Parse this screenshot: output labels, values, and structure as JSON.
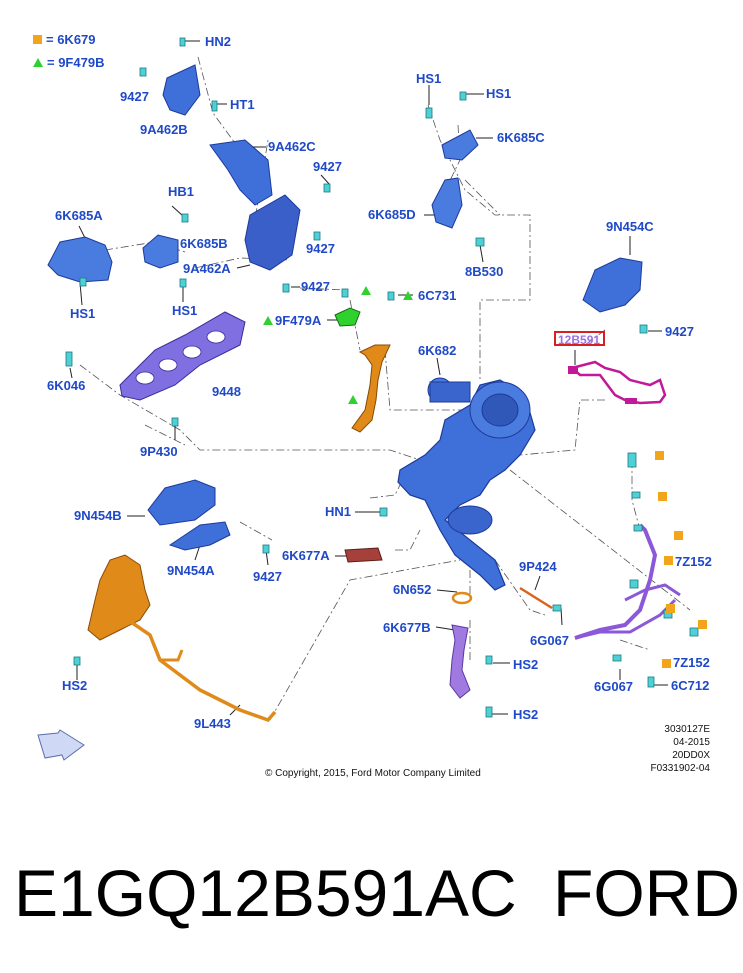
{
  "legend": {
    "square_label": "= 6K679",
    "triangle_label": "= 9F479B"
  },
  "labels": {
    "hn2_top": "HN2",
    "ht1": "HT1",
    "l9427_a": "9427",
    "l9a462b": "9A462B",
    "l9a462c": "9A462C",
    "l9427_b": "9427",
    "hb1": "HB1",
    "l6k685a": "6K685A",
    "l6k685b": "6K685B",
    "l9427_c": "9427",
    "l9a462a": "9A462A",
    "hs1_left": "HS1",
    "hs1_mid": "HS1",
    "l9427_d": "9427",
    "hs1_top": "HS1",
    "hs1_top_r": "HS1",
    "l6k685c": "6K685C",
    "l6k685d": "6K685D",
    "l8b530": "8B530",
    "l9n454c": "9N454C",
    "l9427_e": "9427",
    "l6c731": "6C731",
    "l9f479a": "9F479A",
    "l6k682": "6K682",
    "l6k046": "6K046",
    "l9448": "9448",
    "l9p430": "9P430",
    "l9n454b": "9N454B",
    "hn1": "HN1",
    "l9n454a": "9N454A",
    "l9427_f": "9427",
    "l6k677a": "6K677A",
    "l9p424": "9P424",
    "l6n652": "6N652",
    "l7z152_a": "7Z152",
    "l6k677b": "6K677B",
    "l6g067_a": "6G067",
    "hs2_mid": "HS2",
    "l7z152_b": "7Z152",
    "hs2_left": "HS2",
    "l6g067_b": "6G067",
    "l6c712": "6C712",
    "hs2_bot": "HS2",
    "l9l443": "9L443"
  },
  "highlighted_part": "12B591",
  "meta": {
    "line1": "3030127E",
    "line2": "04-2015",
    "line3": "20DD0X",
    "line4": "F0331902-04"
  },
  "copyright": "© Copyright, 2015, Ford Motor Company Limited",
  "caption": {
    "part_number": "E1GQ12B591AC",
    "brand": "FORD"
  },
  "colors": {
    "label_blue": "#1f49c7",
    "part_blue": "#3f6fd8",
    "gasket_purple": "#7f6fe0",
    "pipe_orange": "#e08a1a",
    "sensor_magenta": "#c2189a",
    "hose_purple": "#8a58d8",
    "highlight_red": "#d62020",
    "fastener_cyan": "#4fd0d6"
  }
}
